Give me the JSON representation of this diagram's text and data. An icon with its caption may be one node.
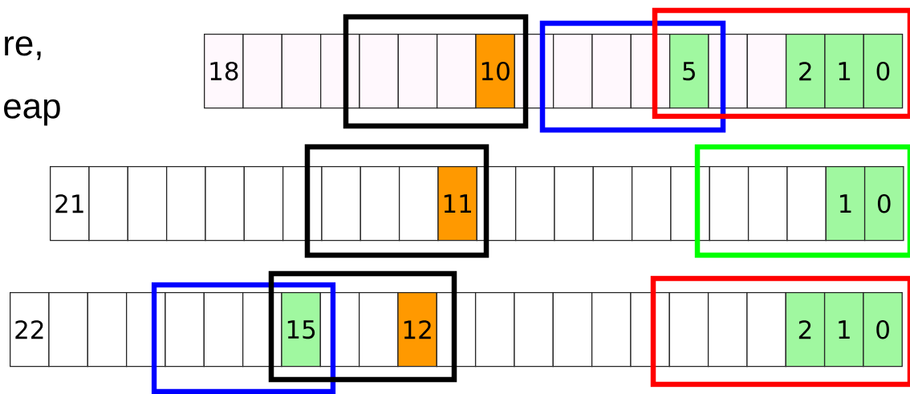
{
  "diagram": {
    "nodes": [
      {
        "text": [],
        "shape": "box"
      },
      {
        "text": [],
        "shape": "box"
      },
      {
        "text": [],
        "shape": "box"
      },
      {
        "text": [
          "18"
        ]
      },
      {
        "text": [],
        "shape": "box"
      },
      {
        "text": [],
        "shape": "box"
      },
      {
        "text": [],
        "shape": "box"
      },
      {
        "text": [],
        "shape": "box",
        "in": 0
      },
      {
        "text": [],
        "shape": "box",
        "in": 0
      },
      {
        "text": [],
        "shape": "box",
        "in": 0
      },
      {
        "text": [
          "10"
        ],
        "in": 0
      },
      {
        "text": [],
        "shape": "box"
      },
      {
        "text": [],
        "shape": "box",
        "in": 1
      },
      {
        "text": [],
        "shape": "box",
        "in": 1
      },
      {
        "text": [],
        "shape": "box",
        "in": 1
      },
      {
        "text": [
          "5"
        ]
      },
      {
        "text": [],
        "shape": "box",
        "in": 2
      },
      {
        "text": [],
        "shape": "box",
        "in": 2
      },
      {
        "text": [
          "2"
        ],
        "in": 2
      },
      {
        "text": [
          "1"
        ],
        "in": 2
      },
      {
        "text": [
          "0"
        ],
        "in": 2
      },
      {
        "text": [],
        "shape": "box"
      },
      {
        "text": [],
        "shape": "box"
      },
      {
        "text": [
          "21"
        ]
      },
      {
        "text": [],
        "shape": "box"
      },
      {
        "text": [],
        "shape": "box"
      },
      {
        "text": [],
        "shape": "box"
      },
      {
        "text": [],
        "shape": "box"
      },
      {
        "text": [],
        "shape": "box"
      },
      {
        "text": [],
        "shape": "box"
      },
      {
        "text": [],
        "shape": "box",
        "in": 21
      },
      {
        "text": [],
        "shape": "box",
        "in": 21
      },
      {
        "text": [],
        "shape": "box",
        "in": 21
      },
      {
        "text": [
          "11"
        ],
        "in": 21
      },
      {
        "text": [],
        "shape": "box"
      },
      {
        "text": [],
        "shape": "box"
      },
      {
        "text": [],
        "shape": "box"
      },
      {
        "text": [],
        "shape": "box"
      },
      {
        "text": [],
        "shape": "box"
      },
      {
        "text": [],
        "shape": "box"
      },
      {
        "text": [],
        "shape": "box",
        "in": 22
      },
      {
        "text": [],
        "shape": "box",
        "in": 22
      },
      {
        "text": [],
        "shape": "box",
        "in": 22
      },
      {
        "text": [
          "1"
        ],
        "in": 22
      },
      {
        "text": [
          "0"
        ],
        "in": 22
      },
      {
        "text": [],
        "shape": "box"
      },
      {
        "text": [],
        "shape": "box"
      },
      {
        "text": [],
        "shape": "box"
      },
      {
        "text": [
          "22"
        ]
      },
      {
        "text": [],
        "shape": "box"
      },
      {
        "text": [],
        "shape": "box"
      },
      {
        "text": [],
        "shape": "box"
      },
      {
        "text": [],
        "shape": "box",
        "in": 45
      },
      {
        "text": [],
        "shape": "box",
        "in": 45
      },
      {
        "text": [],
        "shape": "box",
        "in": 45
      },
      {
        "text": [
          "15"
        ]
      },
      {
        "text": [],
        "shape": "box",
        "in": 46
      },
      {
        "text": [],
        "shape": "box",
        "in": 46
      },
      {
        "text": [
          "12"
        ],
        "in": 46
      },
      {
        "text": [],
        "shape": "box"
      },
      {
        "text": [],
        "shape": "box"
      },
      {
        "text": [],
        "shape": "box"
      },
      {
        "text": [],
        "shape": "box"
      },
      {
        "text": [],
        "shape": "box"
      },
      {
        "text": [],
        "shape": "box"
      },
      {
        "text": [],
        "shape": "box",
        "in": 47
      },
      {
        "text": [],
        "shape": "box",
        "in": 47
      },
      {
        "text": [],
        "shape": "box",
        "in": 47
      },
      {
        "text": [
          "2"
        ],
        "in": 47
      },
      {
        "text": [
          "1"
        ],
        "in": 47
      },
      {
        "text": [
          "0"
        ],
        "in": 47
      }
    ],
    "labels": [
      "re,",
      "eap"
    ]
  }
}
